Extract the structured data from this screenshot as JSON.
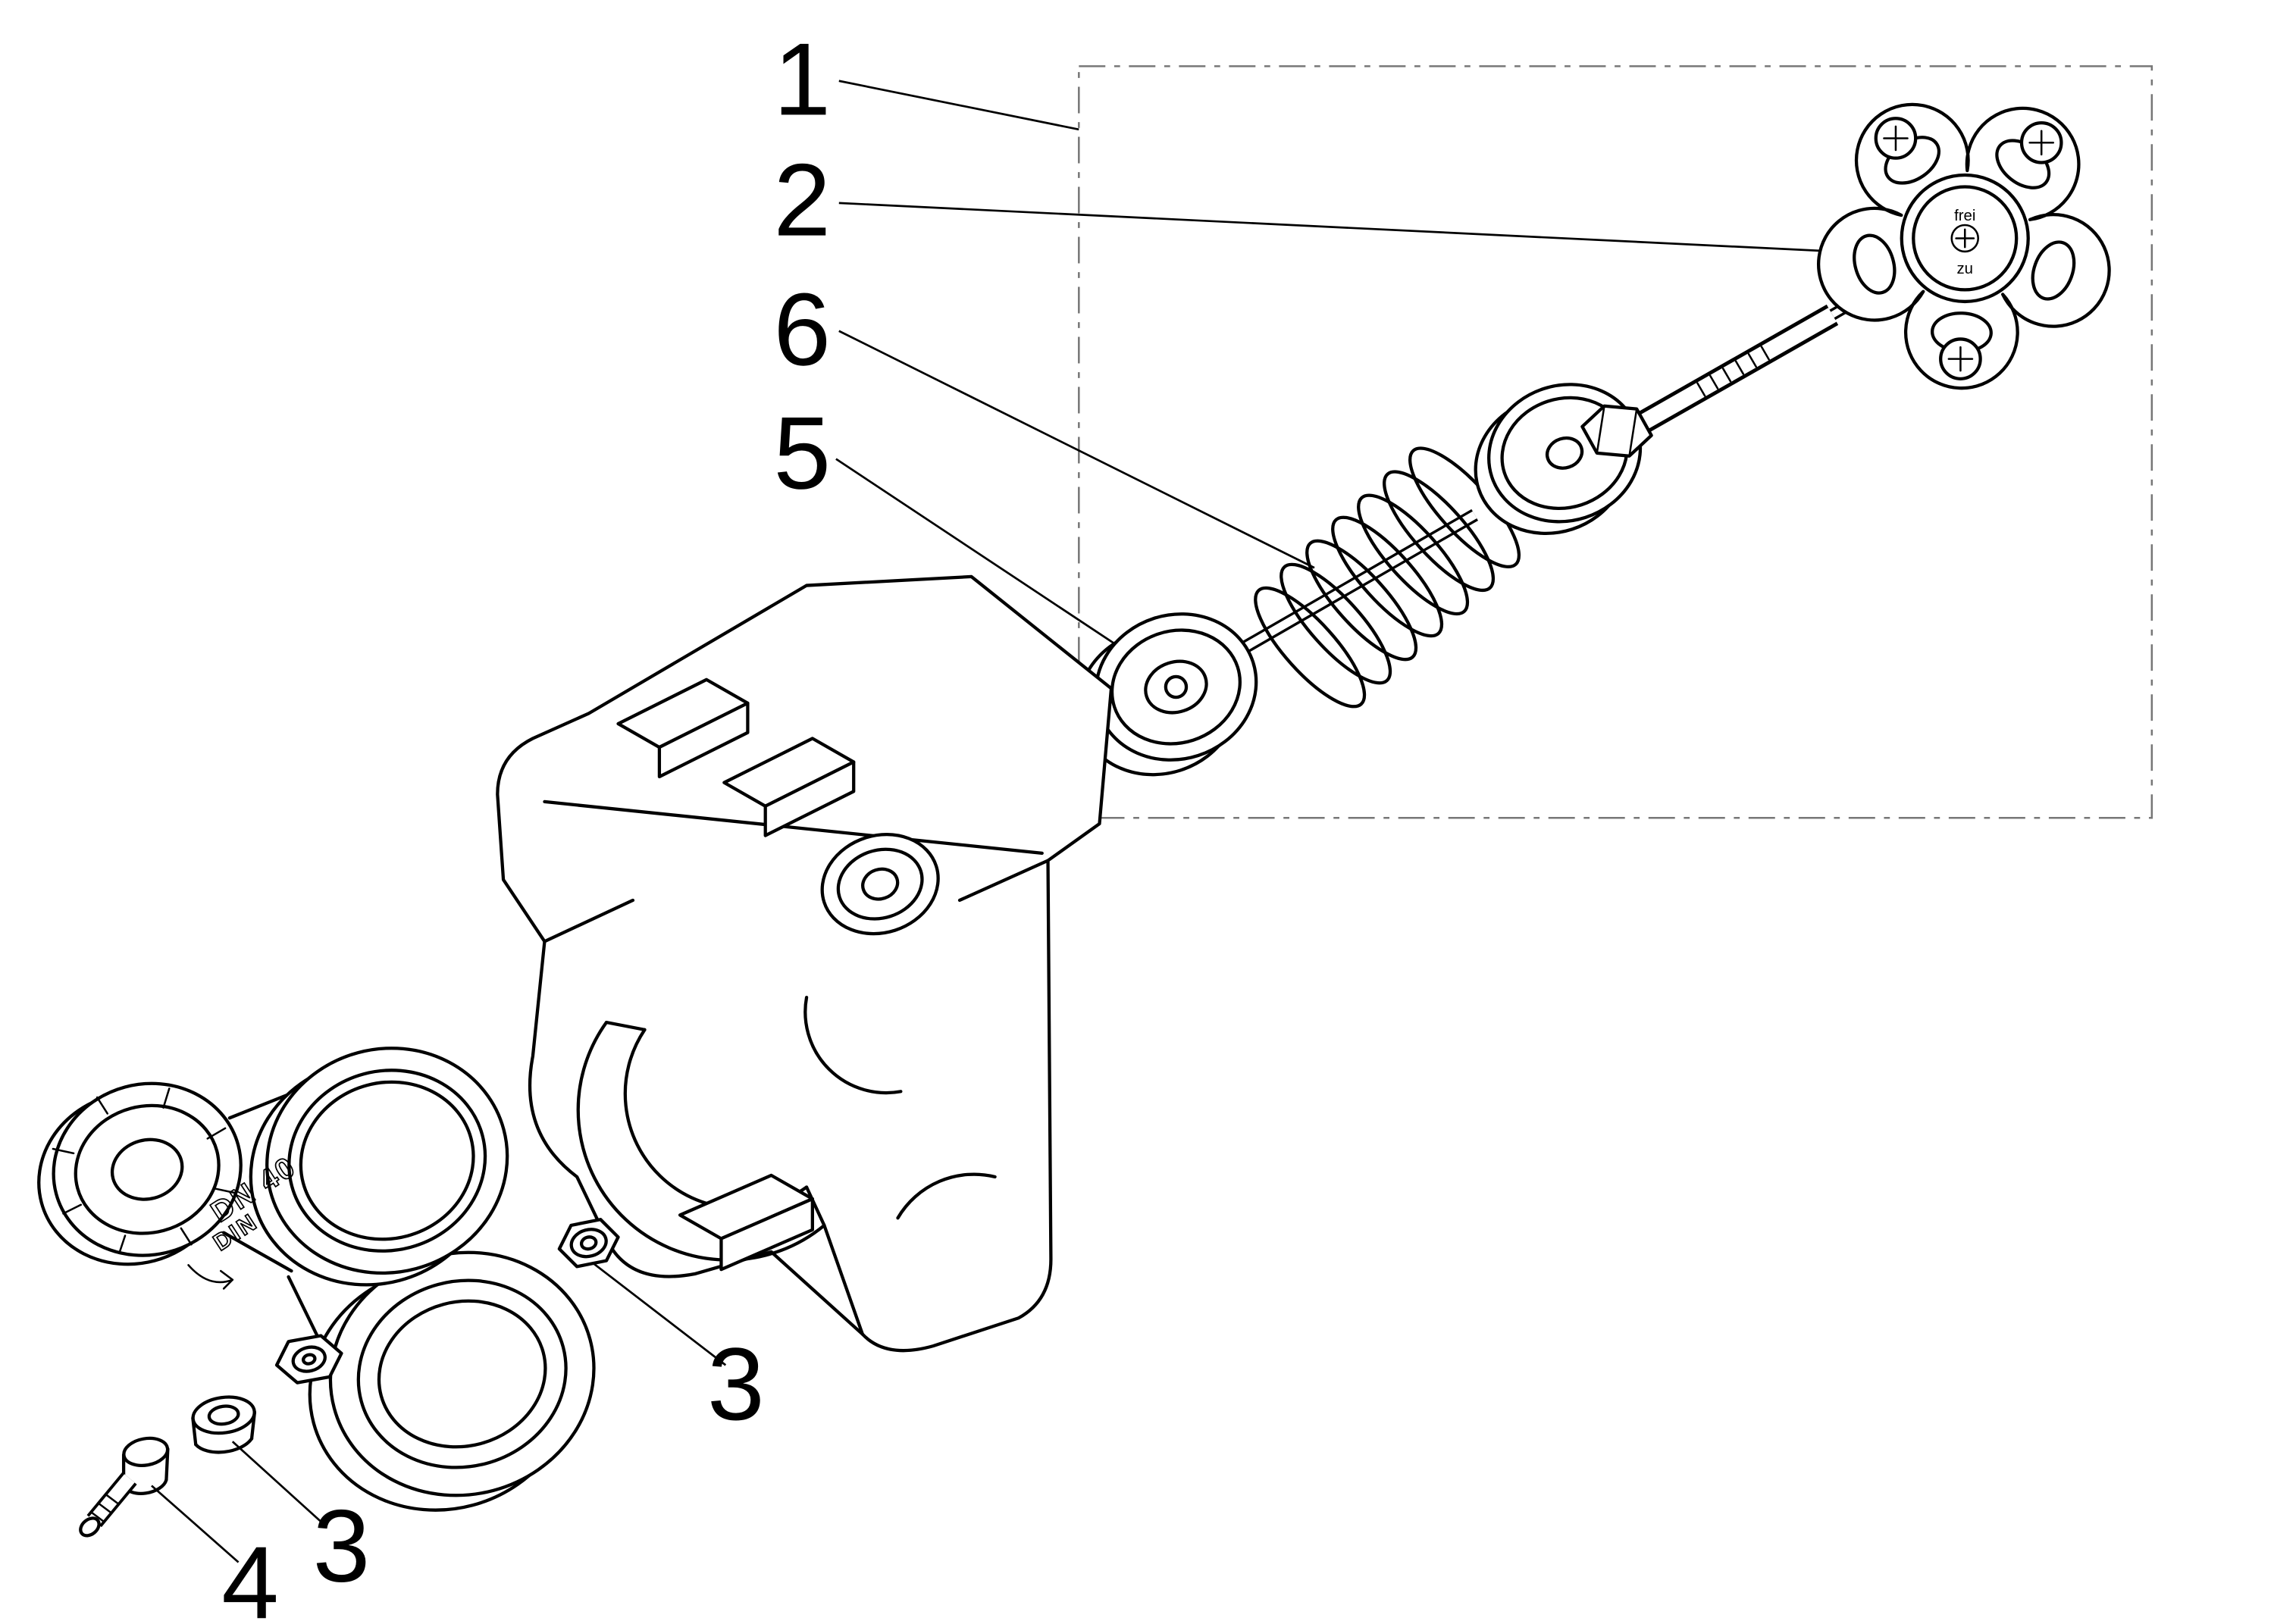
{
  "diagram": {
    "background_color": "#ffffff",
    "line_color": "#000000",
    "group_box_color": "#777777",
    "callouts": [
      {
        "label": "1"
      },
      {
        "label": "2"
      },
      {
        "label": "6"
      },
      {
        "label": "5"
      },
      {
        "label": "3"
      },
      {
        "label": "3"
      },
      {
        "label": "4"
      }
    ],
    "handwheel": {
      "open_label": "frei",
      "close_label": "zu"
    },
    "valve_body": {
      "marking_line1": "DN 40",
      "marking_line2": "DIN"
    }
  }
}
